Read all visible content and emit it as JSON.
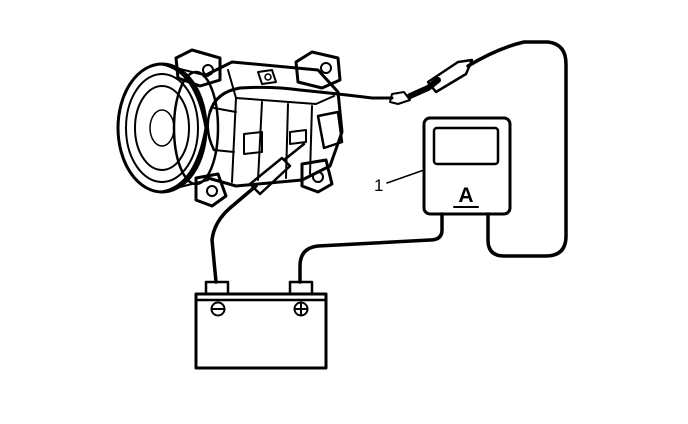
{
  "diagram": {
    "callouts": [
      {
        "id": "ammeter",
        "text": "1"
      }
    ],
    "ammeter": {
      "unit_symbol": "A"
    },
    "battery": {
      "negative_symbol": "−",
      "positive_symbol": "+"
    }
  },
  "colors": {
    "ink": "#000000",
    "background": "#ffffff"
  }
}
